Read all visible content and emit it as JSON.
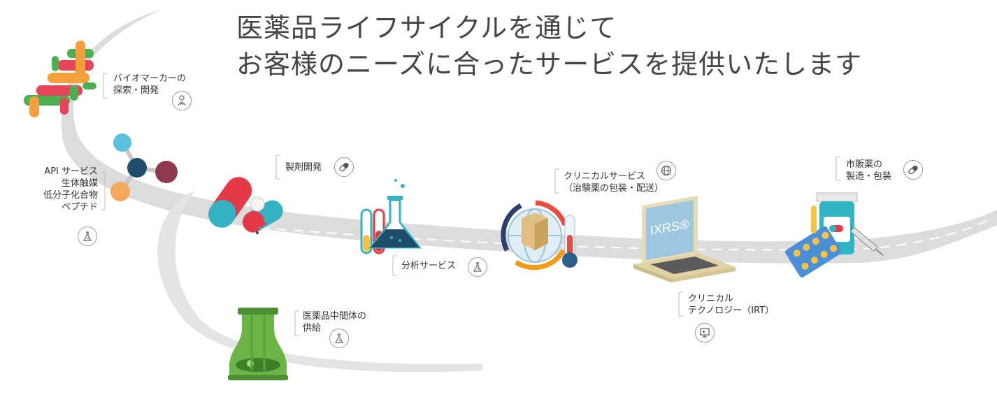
{
  "headline": {
    "line1": "医薬品ライフサイクルを通じて",
    "line2": "お客様のニーズに合ったサービスを提供いたします"
  },
  "services": {
    "biomarker": {
      "line1": "バイオマーカーの",
      "line2": "探索・開発",
      "icon": "dna-person-icon"
    },
    "api": {
      "line1": "API サービス",
      "line2": "生体触媒",
      "line3": "低分子化合物",
      "line4": "ペプチド",
      "icon": "flask-icon"
    },
    "formulation": {
      "line1": "製剤開発",
      "icon": "capsule-icon"
    },
    "intermediates": {
      "line1": "医薬品中間体の",
      "line2": "供給",
      "icon": "flask-icon"
    },
    "analytical": {
      "line1": "分析サービス",
      "icon": "flask-icon"
    },
    "clinical_services": {
      "line1": "クリニカルサービス",
      "line2": "（治験薬の包装・配送）",
      "icon": "globe-icon"
    },
    "clinical_tech": {
      "line1": "クリニカル",
      "line2": "テクノロジー（IRT）",
      "icon": "monitor-icon"
    },
    "commercial": {
      "line1": "市販薬の",
      "line2": "製造・包装",
      "icon": "capsule-icon"
    }
  },
  "laptop_screen_text": "IXRS®",
  "colors": {
    "road": "#dcdcdc",
    "dna_red": "#e9435a",
    "dna_green": "#4caf50",
    "dna_orange": "#f5a03c",
    "capsule_red": "#e63946",
    "capsule_teal": "#35b3c3",
    "flask_navy": "#1f4e6b",
    "cycle_red": "#e74c3c",
    "cycle_orange": "#f39c12",
    "cycle_navy": "#2c3e6b",
    "laptop_beige": "#e8dcb5",
    "bottle_teal": "#2fb5c4",
    "reactor_green": "#6bb547"
  }
}
